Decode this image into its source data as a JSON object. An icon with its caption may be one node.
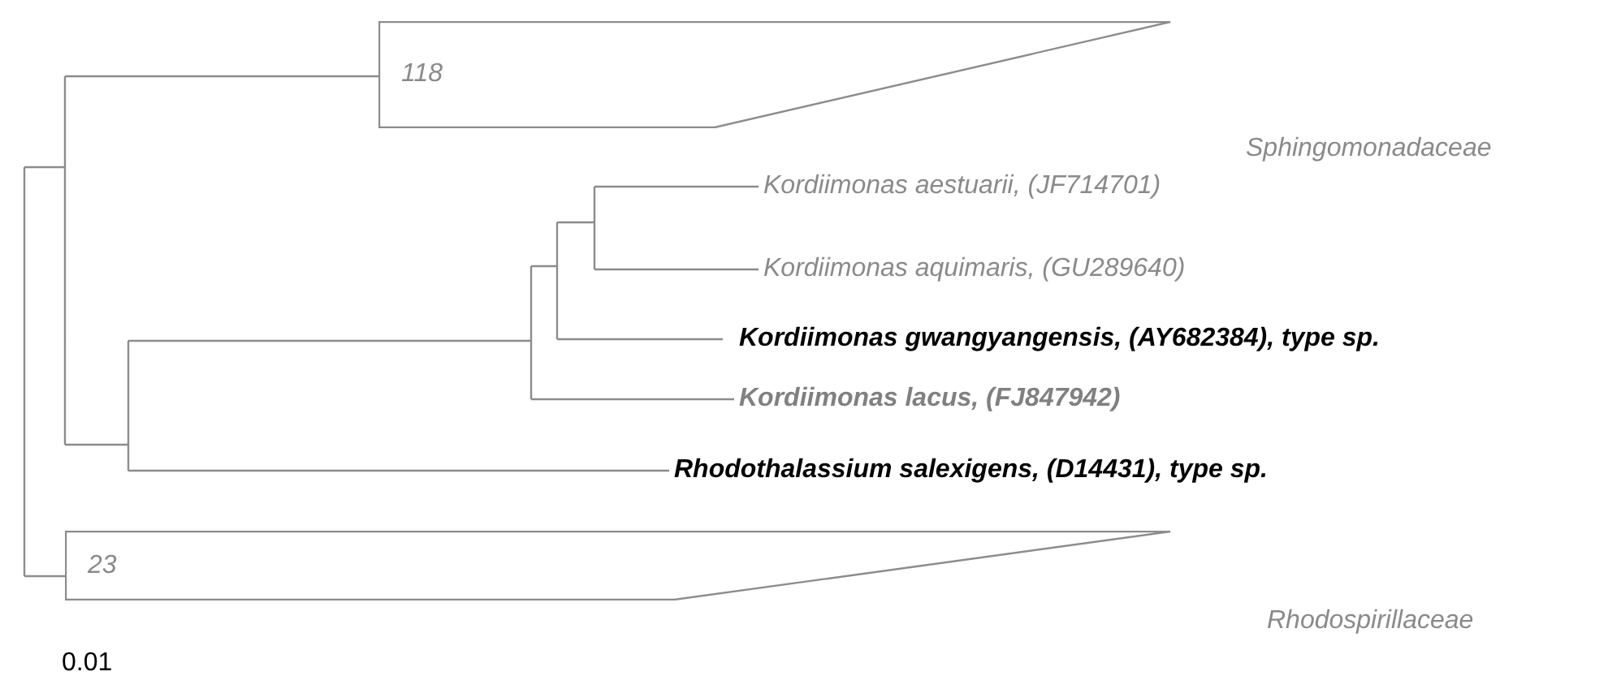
{
  "diagram": {
    "nodes": [
      {
        "text": [
          "118"
        ],
        "beside": [
          "Sphingomonadaceae"
        ]
      },
      {
        "text": [
          "Kordiimonas aestuarii, (JF714701)"
        ]
      },
      {
        "text": [
          "Kordiimonas aquimaris, (GU289640)"
        ]
      },
      {
        "text": [
          "Kordiimonas gwangyangensis, (AY682384), type sp."
        ]
      },
      {
        "text": [
          "Kordiimonas lacus, (FJ847942)"
        ]
      },
      {
        "text": [
          "Rhodothalassium salexigens, (D14431), type sp."
        ]
      },
      {
        "text": [
          "23"
        ],
        "beside": [
          "Rhodospirillaceae"
        ]
      }
    ],
    "labels": [
      "0.01"
    ]
  }
}
